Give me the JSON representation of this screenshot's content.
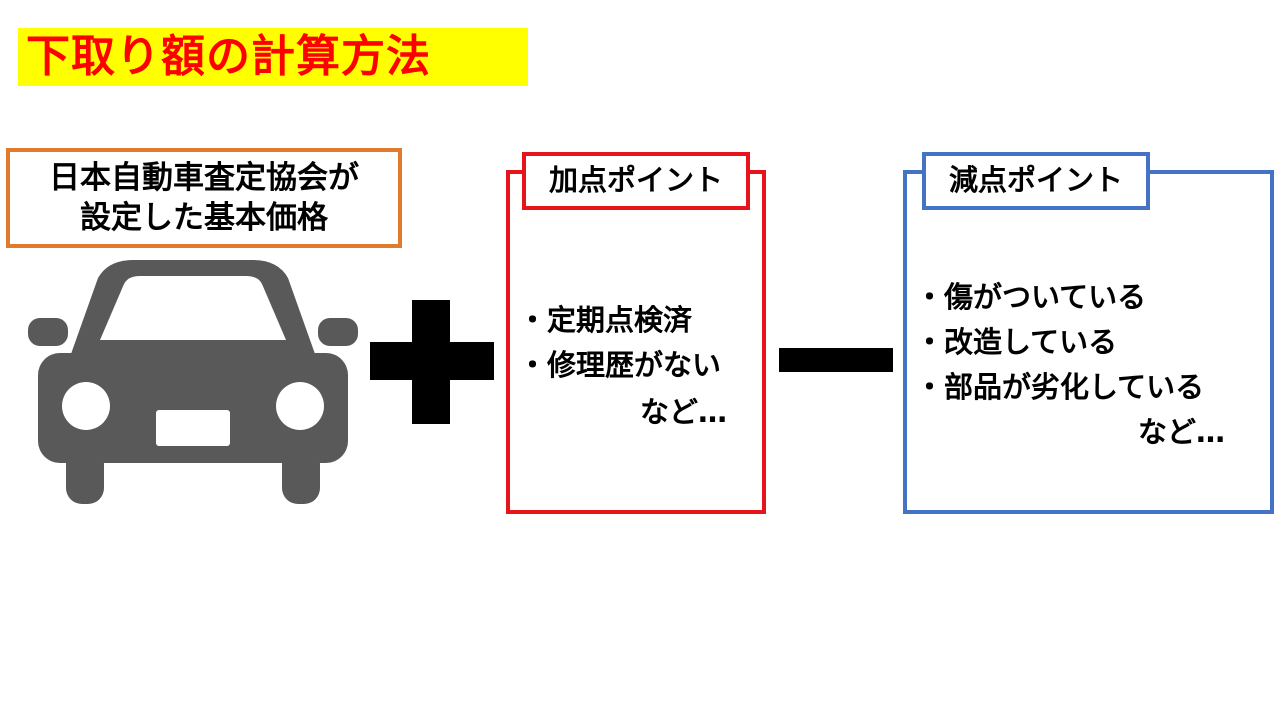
{
  "title": "下取り額の計算方法",
  "base": {
    "line1": "日本自動車査定協会が",
    "line2": "設定した基本価格"
  },
  "plus_panel": {
    "label": "加点ポイント",
    "items": [
      "・定期点検済",
      "・修理歴がない"
    ],
    "etc": "など…"
  },
  "minus_panel": {
    "label": "減点ポイント",
    "items": [
      "・傷がついている",
      "・改造している",
      "・部品が劣化している"
    ],
    "etc": "など…"
  },
  "colors": {
    "title_text": "#ff0000",
    "title_bg": "#ffff00",
    "base_border": "#e07b2e",
    "plus_border": "#e8141b",
    "minus_border": "#4472c4",
    "car": "#595959"
  },
  "icons": [
    "car-icon",
    "plus-icon",
    "minus-icon"
  ]
}
